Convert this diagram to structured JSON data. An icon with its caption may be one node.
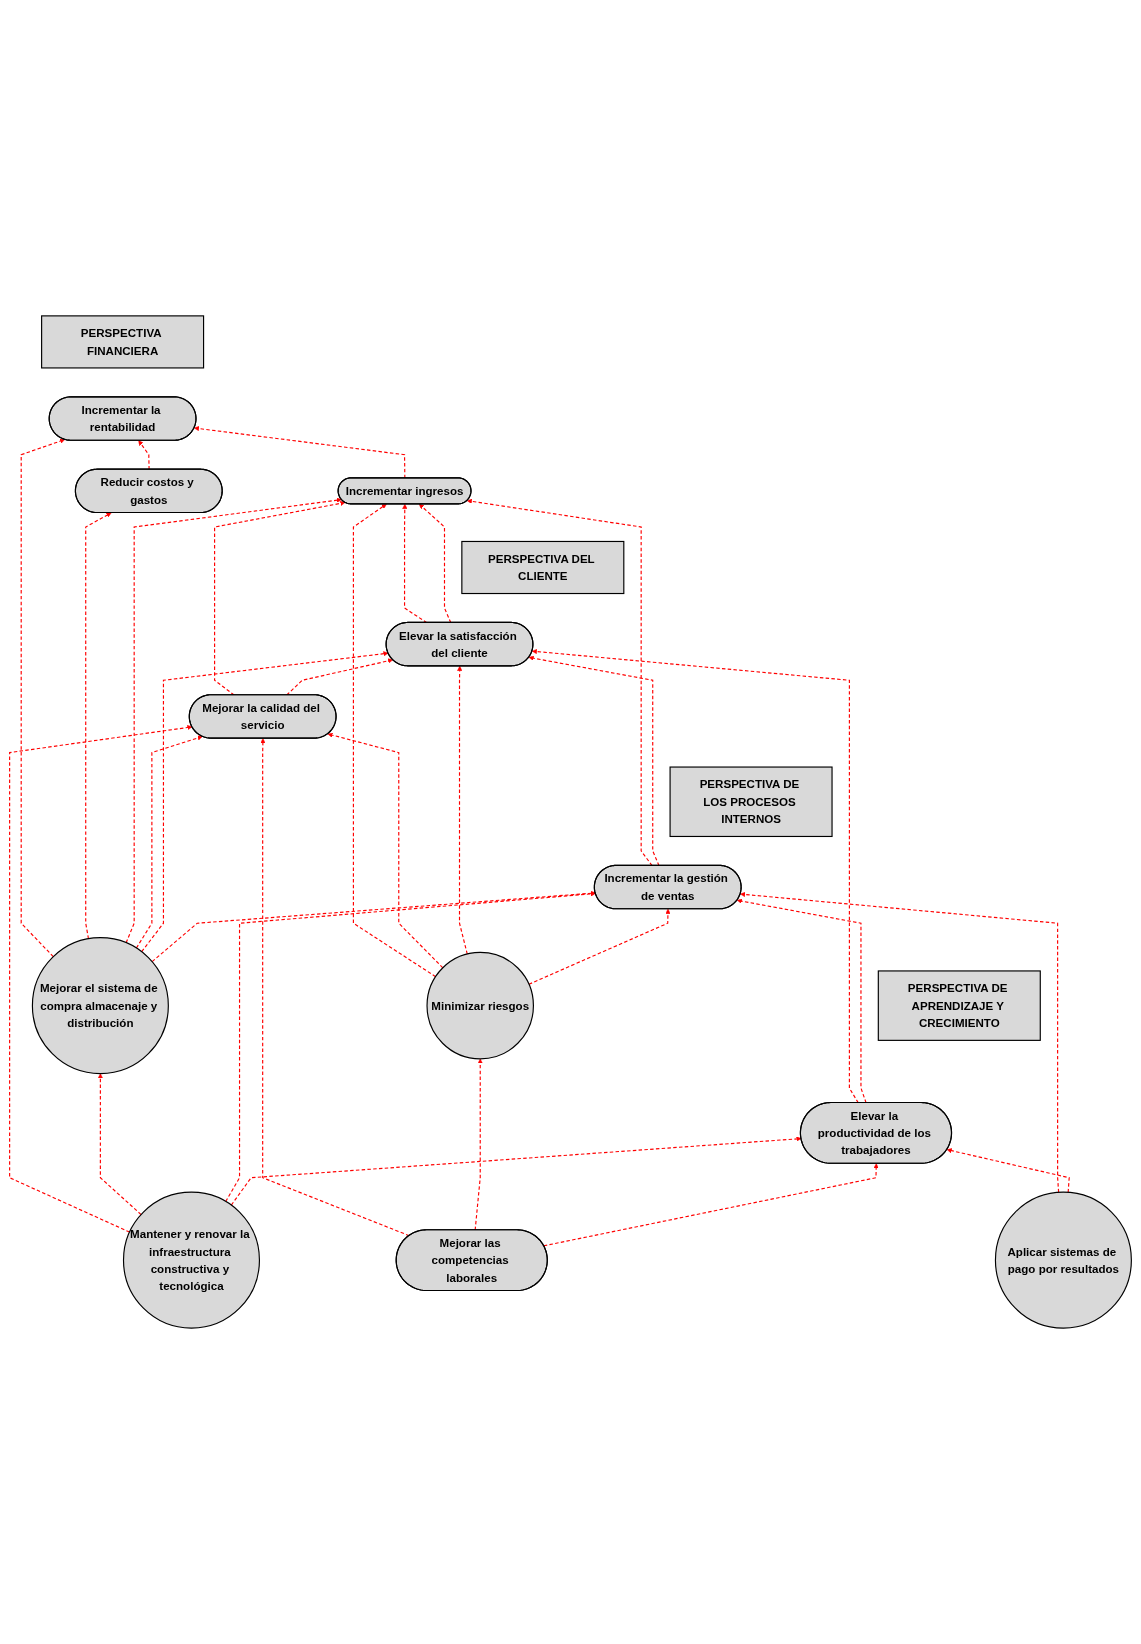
{
  "diagram": {
    "nodes": [
      {
        "text": [
          "PERSPECTIVA FINANCIERA"
        ]
      },
      {
        "text": [
          "Incrementar la rentabilidad"
        ]
      },
      {
        "text": [
          "Reducir costos y gastos"
        ]
      },
      {
        "text": [
          "Incrementar ingresos"
        ]
      },
      {
        "text": [
          "PERSPECTIVA DEL CLIENTE"
        ]
      },
      {
        "text": [
          "Mejorar la calidad del servicio"
        ]
      },
      {
        "text": [
          "Elevar la satisfacción del cliente"
        ]
      },
      {
        "text": [
          "PERSPECTIVA DE LOS PROCESOS INTERNOS"
        ]
      },
      {
        "text": [
          "Mejorar el sistema de compra almacenaje y distribución"
        ]
      },
      {
        "text": [
          "Incrementar la gestión de ventas"
        ]
      },
      {
        "text": [
          "Minimizar riesgos"
        ]
      },
      {
        "text": [
          "PERSPECTIVA DE APRENDIZAJE Y CRECIMIENTO"
        ]
      },
      {
        "text": [
          "Elevar la productividad de los trabajadores"
        ]
      },
      {
        "text": [
          "Mantener y renovar la infraestructura constructiva y tecnológica"
        ]
      },
      {
        "text": [
          "Mejorar las competencias laborales"
        ]
      },
      {
        "text": [
          "Aplicar sistemas de pago por resultados"
        ]
      }
    ],
    "edges": [
      {
        "from": 2,
        "to": 1,
        "arrow": "to",
        "style": "dashed"
      },
      {
        "from": 3,
        "to": 1,
        "arrow": "to",
        "style": "dashed"
      },
      {
        "from": 8,
        "to": 1,
        "arrow": "to",
        "style": "dashed"
      },
      {
        "from": 8,
        "to": 2,
        "arrow": "to",
        "style": "dashed"
      },
      {
        "from": 8,
        "to": 3,
        "arrow": "to",
        "style": "dashed"
      },
      {
        "from": 5,
        "to": 3,
        "arrow": "to",
        "style": "dashed"
      },
      {
        "from": 9,
        "to": 3,
        "arrow": "to",
        "style": "dashed"
      },
      {
        "from": 6,
        "to": 3,
        "arrow": "to",
        "style": "dashed"
      },
      {
        "from": 10,
        "to": 3,
        "arrow": "to",
        "style": "dashed"
      },
      {
        "from": 6,
        "to": 3,
        "arrow": "to",
        "style": "dashed"
      },
      {
        "from": 5,
        "to": 6,
        "arrow": "to",
        "style": "dashed"
      },
      {
        "from": 8,
        "to": 5,
        "arrow": "to",
        "style": "dashed"
      },
      {
        "from": 14,
        "to": 5,
        "arrow": "to",
        "style": "dashed"
      },
      {
        "from": 13,
        "to": 5,
        "arrow": "to",
        "style": "dashed"
      },
      {
        "from": 10,
        "to": 5,
        "arrow": "to",
        "style": "dashed"
      },
      {
        "from": 8,
        "to": 6,
        "arrow": "to",
        "style": "dashed"
      },
      {
        "from": 12,
        "to": 6,
        "arrow": "to",
        "style": "dashed"
      },
      {
        "from": 9,
        "to": 6,
        "arrow": "to",
        "style": "dashed"
      },
      {
        "from": 10,
        "to": 6,
        "arrow": "to",
        "style": "dashed"
      },
      {
        "from": 8,
        "to": 9,
        "arrow": "to",
        "style": "dashed"
      },
      {
        "from": 10,
        "to": 9,
        "arrow": "to",
        "style": "dashed"
      },
      {
        "from": 13,
        "to": 8,
        "arrow": "to",
        "style": "dashed"
      },
      {
        "from": 13,
        "to": 9,
        "arrow": "to",
        "style": "dashed"
      },
      {
        "from": 12,
        "to": 9,
        "arrow": "to",
        "style": "dashed"
      },
      {
        "from": 15,
        "to": 9,
        "arrow": "to",
        "style": "dashed"
      },
      {
        "from": 14,
        "to": 10,
        "arrow": "to",
        "style": "dashed"
      },
      {
        "from": 13,
        "to": 12,
        "arrow": "to",
        "style": "dashed"
      },
      {
        "from": 14,
        "to": 12,
        "arrow": "to",
        "style": "dashed"
      },
      {
        "from": 15,
        "to": 12,
        "arrow": "to",
        "style": "dashed"
      }
    ]
  }
}
